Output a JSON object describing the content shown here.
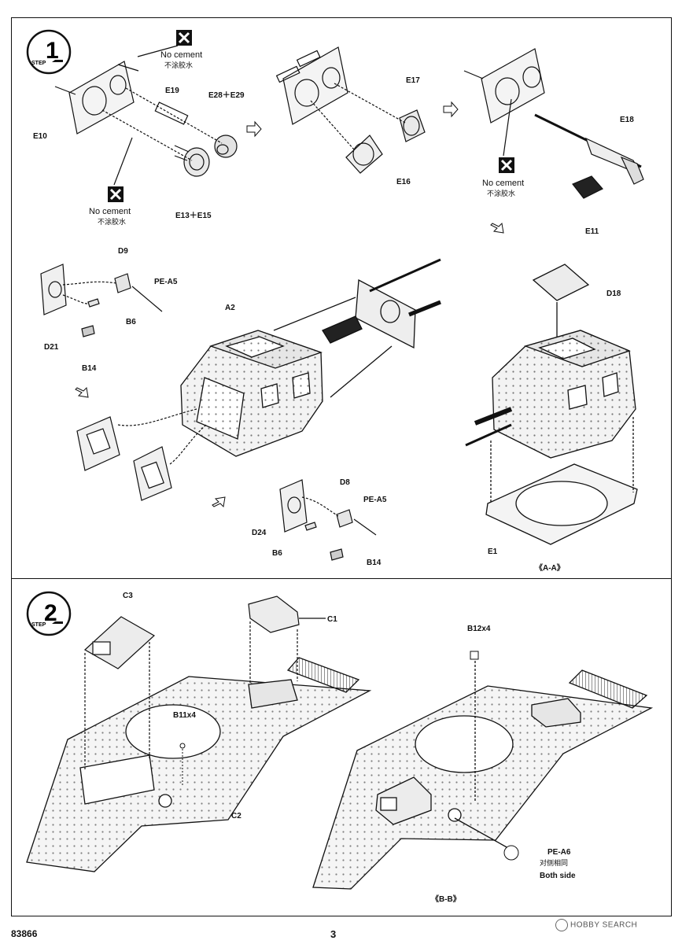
{
  "step1": {
    "step_number": "1",
    "step_word": "STEP",
    "no_cement_en": "No cement",
    "no_cement_cn": "不涂胶水",
    "parts": {
      "e10": "E10",
      "e19": "E19",
      "e28_e29": "E28＋E29",
      "e13_e15": "E13＋E15",
      "e17": "E17",
      "e16": "E16",
      "e18": "E18",
      "e11": "E11",
      "d9": "D9",
      "pe_a5_top": "PE-A5",
      "b6_top": "B6",
      "d21": "D21",
      "b14_top": "B14",
      "a2": "A2",
      "d18": "D18",
      "d8": "D8",
      "pe_a5_bottom": "PE-A5",
      "d24": "D24",
      "b6_bottom": "B6",
      "b14_bottom": "B14",
      "e1": "E1"
    },
    "section_label": "《A-A》"
  },
  "step2": {
    "step_number": "2",
    "step_word": "STEP",
    "parts": {
      "c3": "C3",
      "c1": "C1",
      "b11x4": "B11x4",
      "c2": "C2",
      "b12x4": "B12x4",
      "pe_a6": "PE-A6",
      "pe_a6_cn": "对侧相同",
      "pe_a6_en": "Both side"
    },
    "section_label": "《B-B》"
  },
  "footer": {
    "kit_number": "83866",
    "page_number": "3",
    "watermark": "HOBBY SEARCH"
  }
}
